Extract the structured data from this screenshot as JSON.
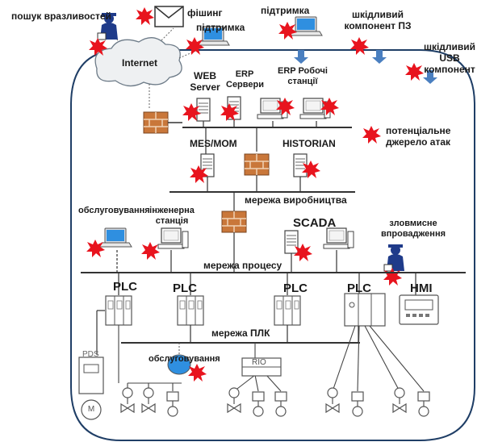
{
  "labels": {
    "vuln_search": "пошук вразливостей",
    "phishing": "фішинг",
    "support_top": "підтримка",
    "support_laptop": "підтримка",
    "internet": "Internet",
    "malware_sw": "шкідливий компонент ПЗ",
    "malware_usb": "шкідливий USB компонент",
    "web_server": "WEB Server",
    "erp_servers": "ERP Сервери",
    "erp_workstations": "ERP Робочі станції",
    "mes_mom": "MES/MOM",
    "historian": "HISTORIAN",
    "legend_text": "потенціальне джерело атак",
    "production_network": "мережа виробництва",
    "maintenance_top": "обслуговування",
    "engineering_station": "інженерна станція",
    "scada": "SCADA",
    "malicious_intro": "зловмисне впровадження",
    "process_network": "мережа процесу",
    "plc1": "PLC",
    "plc2": "PLC",
    "plc3": "PLC",
    "plc4": "PLC",
    "hmi": "HMI",
    "plc_network": "мережа ПЛК",
    "pds": "PDS",
    "motor": "M",
    "maintenance_bottom": "обслуговування",
    "rio": "RIO"
  },
  "colors": {
    "attack_star": "#e8141e",
    "cloud_fill": "#eef0f2",
    "firewall_brick": "#c9773a",
    "arrow_blue": "#4a7fc0",
    "hacker_blue": "#1f3b8a",
    "boundary": "#1f3e66",
    "device_fill": "#ffffff",
    "device_stroke": "#666666"
  },
  "icons": {
    "attack_source": "red-star-icon",
    "firewall": "brick-firewall-icon",
    "hacker": "hacker-icon",
    "phishing": "envelope-icon",
    "internet": "cloud-icon"
  }
}
